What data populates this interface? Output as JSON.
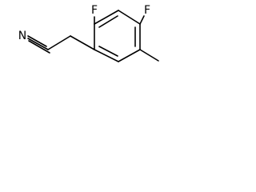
{
  "molecule": {
    "atoms": {
      "fluorine_top": "F",
      "fluorine_right": "F",
      "nitrile_nitrogen": "N"
    },
    "colors": {
      "bond": "#000000",
      "label": "#000000",
      "background": "#ffffff"
    }
  }
}
